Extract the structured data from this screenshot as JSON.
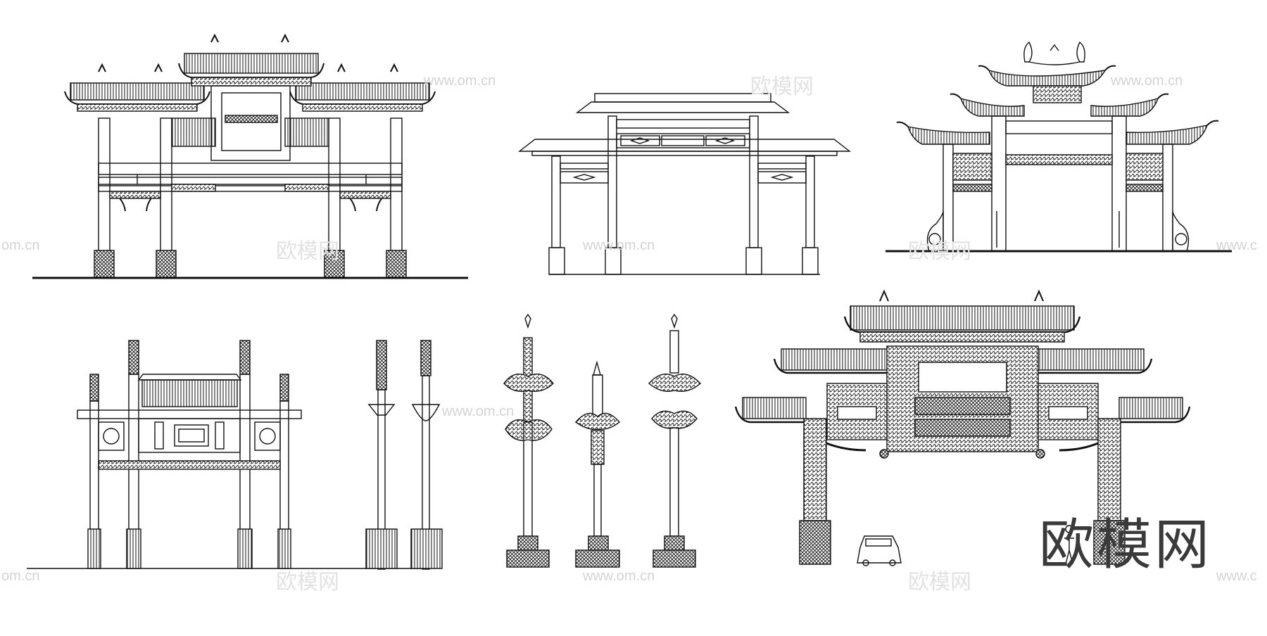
{
  "watermarks": {
    "url_text": "www.om.cn",
    "url_partial_left": "om.cn",
    "url_partial_right": "www.c",
    "cn_text": "欧模网"
  },
  "brand": {
    "logo_text": "欧模网",
    "color": "#3a3a3a"
  },
  "drawing": {
    "line_color": "#111111",
    "background": "#ffffff"
  }
}
